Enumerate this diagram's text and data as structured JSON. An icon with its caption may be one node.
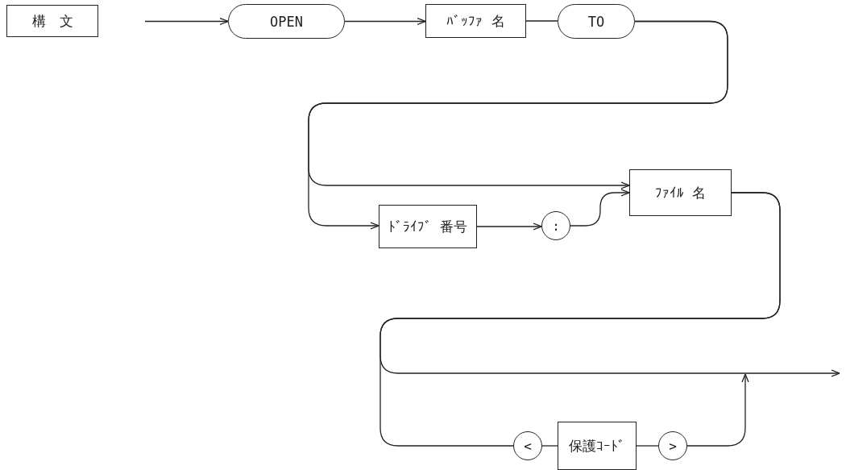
{
  "diagram": {
    "nodes": [
      {
        "text": [
          "構　文"
        ]
      },
      {
        "text": [
          "OPEN"
        ]
      },
      {
        "text": [
          "ﾊﾞｯﾌｧ 名"
        ]
      },
      {
        "text": [
          "TO"
        ]
      },
      {
        "text": [
          "ﾄﾞﾗｲﾌﾞ 番号"
        ]
      },
      {
        "text": [
          ":"
        ]
      },
      {
        "text": [
          "ﾌｧｲﾙ 名"
        ]
      },
      {
        "text": [
          "<"
        ]
      },
      {
        "text": [
          "保護ｺｰﾄﾞ"
        ]
      },
      {
        "text": [
          ">"
        ]
      }
    ],
    "edges": [
      {
        "from": null,
        "to": 1,
        "arrow": "to"
      },
      {
        "from": 1,
        "to": 2,
        "arrow": "to"
      },
      {
        "from": 2,
        "to": 3,
        "arrow": "none"
      },
      {
        "from": 3,
        "to": 6,
        "arrow": "to"
      },
      {
        "from": 3,
        "to": 4,
        "arrow": "to"
      },
      {
        "from": 4,
        "to": 5,
        "arrow": "to"
      },
      {
        "from": 5,
        "to": 6,
        "arrow": "to"
      },
      {
        "from": 6,
        "to": null,
        "arrow": "to"
      },
      {
        "from": 6,
        "to": 7,
        "arrow": "none"
      },
      {
        "from": 7,
        "to": 8,
        "arrow": "none"
      },
      {
        "from": 8,
        "to": 9,
        "arrow": "none"
      },
      {
        "from": 9,
        "to": null,
        "arrow": "to"
      }
    ]
  }
}
